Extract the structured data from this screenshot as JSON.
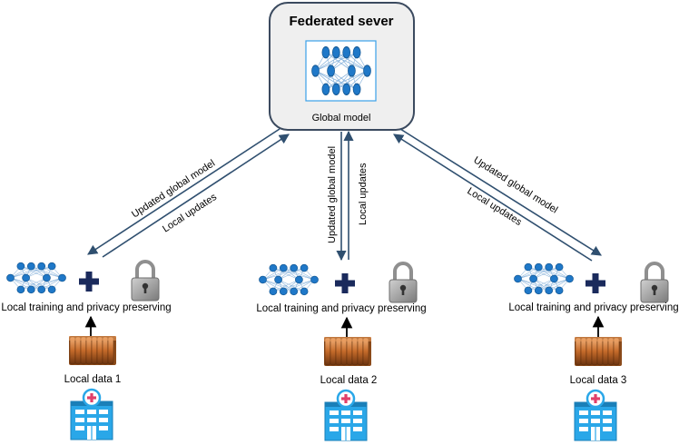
{
  "server": {
    "title": "Federated sever",
    "model_label": "Global model"
  },
  "links": {
    "down_label": "Updated global model",
    "up_label": "Local updates"
  },
  "clients": [
    {
      "process_label": "Local training and privacy preserving",
      "data_label": "Local data 1"
    },
    {
      "process_label": "Local training and privacy preserving",
      "data_label": "Local data 2"
    },
    {
      "process_label": "Local training and privacy preserving",
      "data_label": "Local data 3"
    }
  ],
  "colors": {
    "server_fill": "#efefef",
    "server_border": "#3b4a5f",
    "arrow": "#2f4f6f",
    "node": "#1f78c8",
    "node_stroke": "#165a96",
    "edge": "#8ab4dc",
    "plus": "#1a2a5c",
    "hospital": "#2aa7e8",
    "lock": "#8f8f8f",
    "data_stack": "#c46a2a"
  },
  "icons": [
    "neural-network-icon",
    "plus-icon",
    "lock-icon",
    "data-stack-icon",
    "hospital-icon"
  ]
}
